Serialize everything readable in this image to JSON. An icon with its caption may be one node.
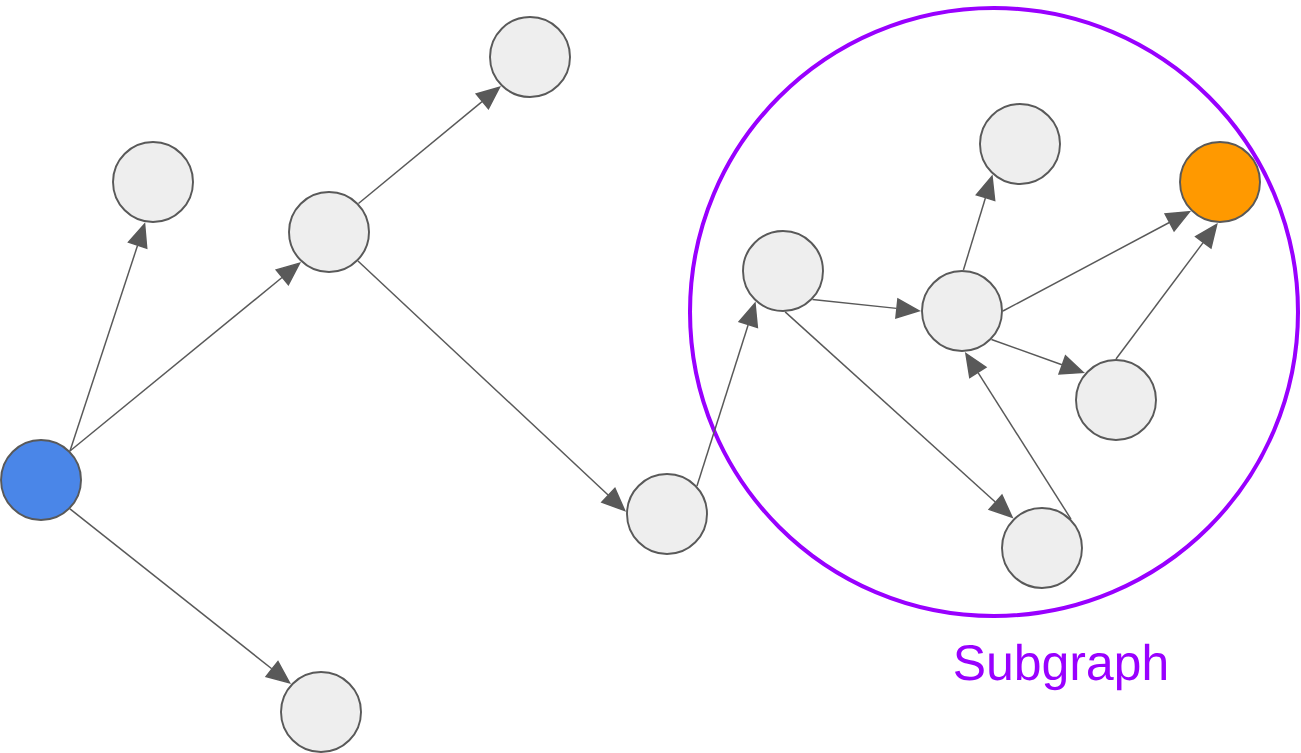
{
  "diagram": {
    "nodes": [
      {
        "text": [],
        "shape": "circle"
      },
      {
        "text": [],
        "shape": "circle"
      },
      {
        "text": [],
        "shape": "circle"
      },
      {
        "text": [],
        "shape": "circle"
      },
      {
        "text": [],
        "shape": "circle"
      },
      {
        "text": [],
        "shape": "circle"
      },
      {
        "text": [
          "Subgraph"
        ]
      },
      {
        "text": [],
        "shape": "circle",
        "in": 6
      },
      {
        "text": [],
        "shape": "circle",
        "in": 6
      },
      {
        "text": [],
        "shape": "circle",
        "in": 6
      },
      {
        "text": [],
        "shape": "circle",
        "in": 6
      },
      {
        "text": [],
        "shape": "circle",
        "in": 6
      },
      {
        "text": [],
        "shape": "circle",
        "in": 6
      }
    ],
    "edges": [
      {
        "from": 0,
        "to": 1,
        "arrow": "to"
      },
      {
        "from": 0,
        "to": 2,
        "arrow": "to"
      },
      {
        "from": 0,
        "to": 4,
        "arrow": "to"
      },
      {
        "from": 2,
        "to": 3,
        "arrow": "to"
      },
      {
        "from": 2,
        "to": 5,
        "arrow": "to"
      },
      {
        "from": 5,
        "to": 7,
        "arrow": "to"
      },
      {
        "from": 7,
        "to": 10,
        "arrow": "to"
      },
      {
        "from": 7,
        "to": 12,
        "arrow": "to"
      },
      {
        "from": 10,
        "to": 8,
        "arrow": "to"
      },
      {
        "from": 10,
        "to": 9,
        "arrow": "to"
      },
      {
        "from": 10,
        "to": 11,
        "arrow": "to"
      },
      {
        "from": 11,
        "to": 9,
        "arrow": "to"
      },
      {
        "from": 12,
        "to": 10,
        "arrow": "to"
      }
    ]
  }
}
